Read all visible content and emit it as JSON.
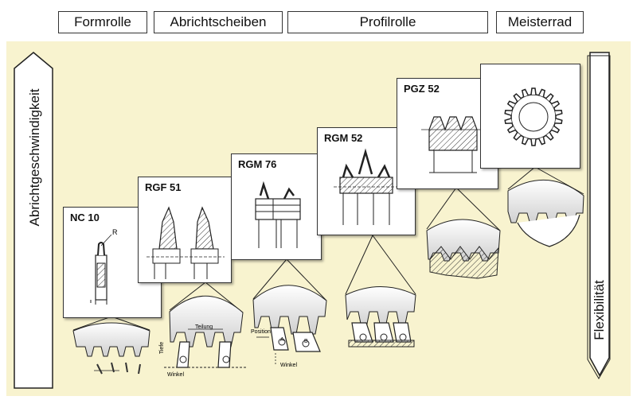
{
  "header": {
    "formrolle": "Formrolle",
    "abrichtscheiben": "Abrichtscheiben",
    "profilrolle": "Profilrolle",
    "meisterrad": "Meisterrad"
  },
  "axes": {
    "left": "Abrichtgeschwindigkeit",
    "right": "Flexibilität"
  },
  "cards": {
    "nc10": "NC 10",
    "rgf51": "RGF 51",
    "rgm76": "RGM 76",
    "rgm52": "RGM 52",
    "pgz52": "PGZ 52"
  },
  "annotations": {
    "radius": "R",
    "teilung": "Teilung",
    "tiefe": "Tiefe",
    "winkel": "Winkel",
    "position": "Position",
    "a": "A",
    "b": "B"
  },
  "colors": {
    "panel": "#f8f3cf",
    "gear_fill": "#e6e6e6",
    "outline": "#222222"
  }
}
